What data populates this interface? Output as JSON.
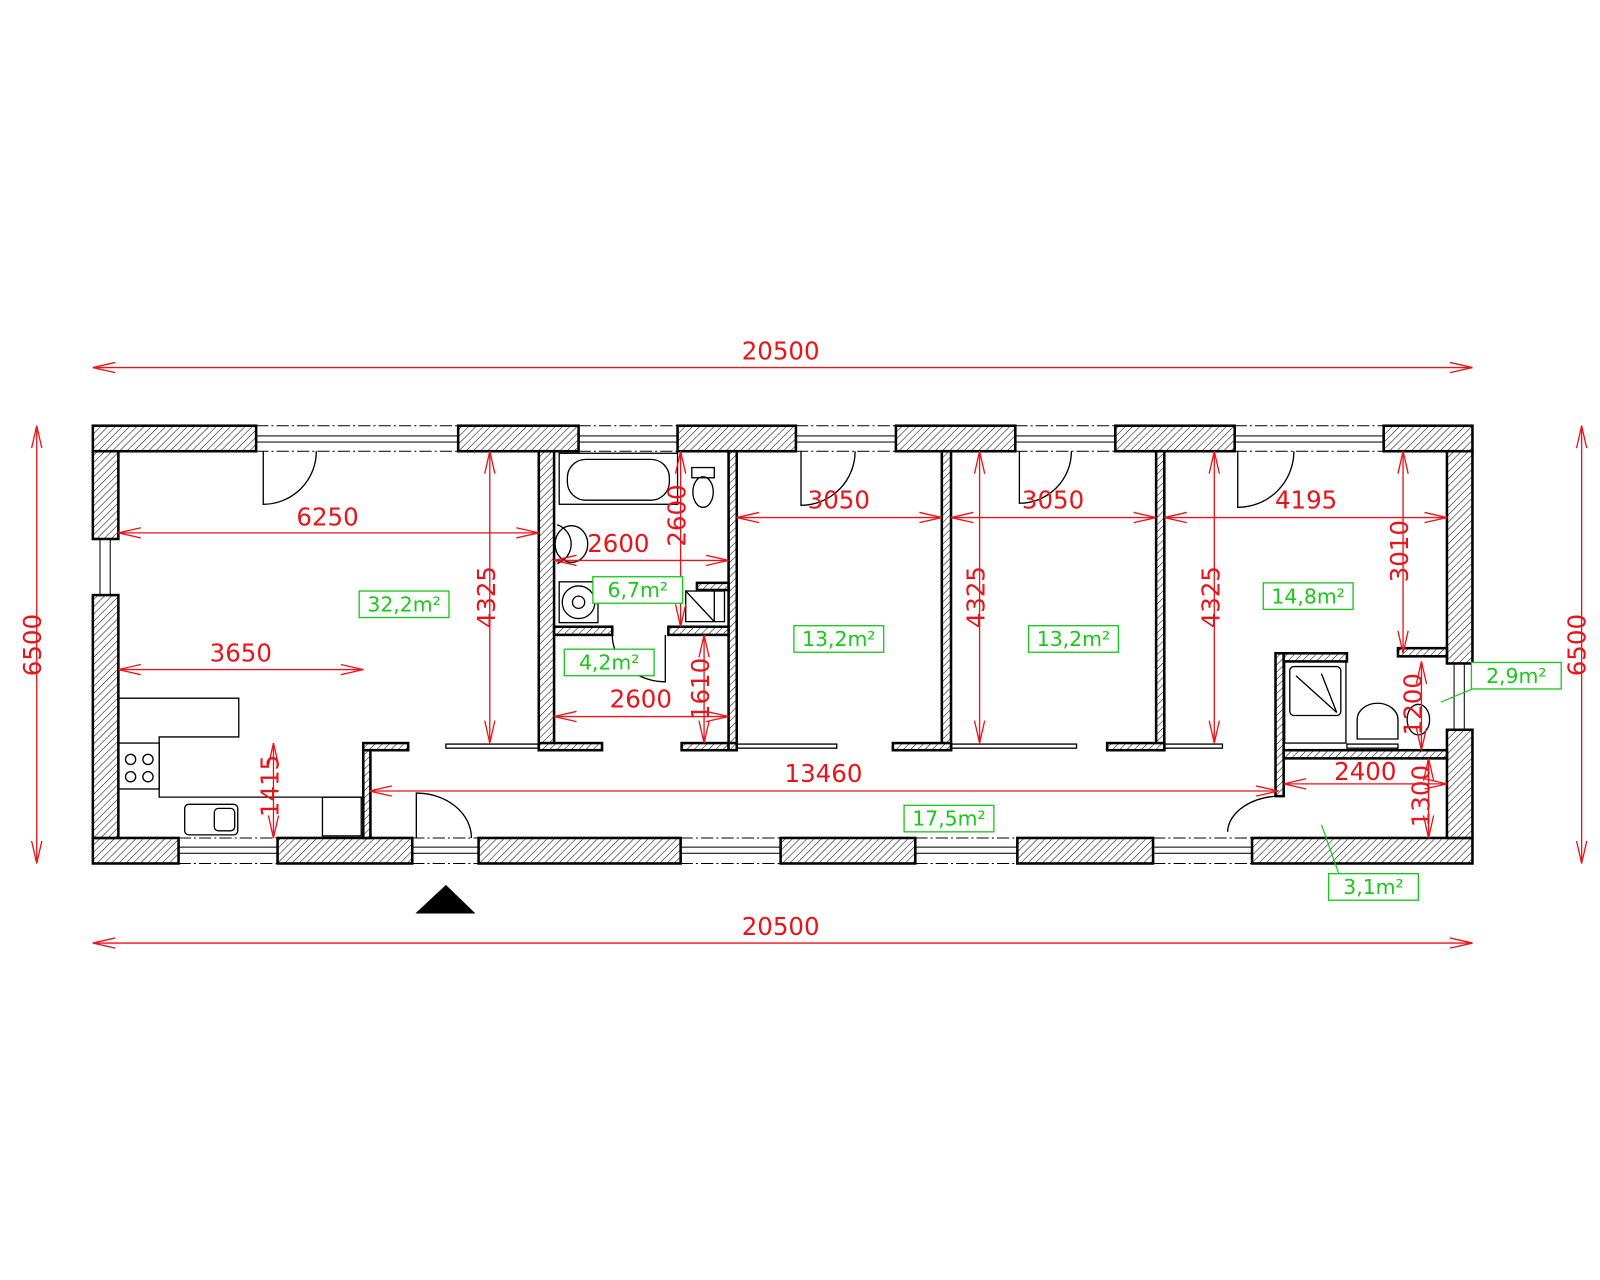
{
  "title": "Floor plan",
  "colors": {
    "dimension": "#e8141a",
    "area": "#19c819",
    "wall": "#000000"
  },
  "dimensions": {
    "overall_top": "20500",
    "overall_bottom": "20500",
    "overall_left": "6500",
    "overall_right": "6500",
    "living_width": "6250",
    "living_depth": "4325",
    "kitchen_width": "3650",
    "kitchen_depth": "1415",
    "bath_width": "2600",
    "bath_depth": "2600",
    "utility_width": "2600",
    "utility_depth": "1610",
    "room2_width": "3050",
    "room3_width": "3050",
    "room3_depth": "4325",
    "room4_width": "4195",
    "room4_depth": "4325",
    "room4_depth_right": "3010",
    "wc_depth": "1200",
    "corridor_length": "13460",
    "storage_width": "2400",
    "storage_depth": "1300"
  },
  "areas": {
    "living": "32,2m²",
    "bathroom": "6,7m²",
    "utility": "4,2m²",
    "room2": "13,2m²",
    "room3": "13,2m²",
    "room4": "14,8m²",
    "wc": "2,9m²",
    "corridor": "17,5m²",
    "storage": "3,1m²"
  },
  "icons": {
    "entrance": "entrance-arrow-icon"
  }
}
